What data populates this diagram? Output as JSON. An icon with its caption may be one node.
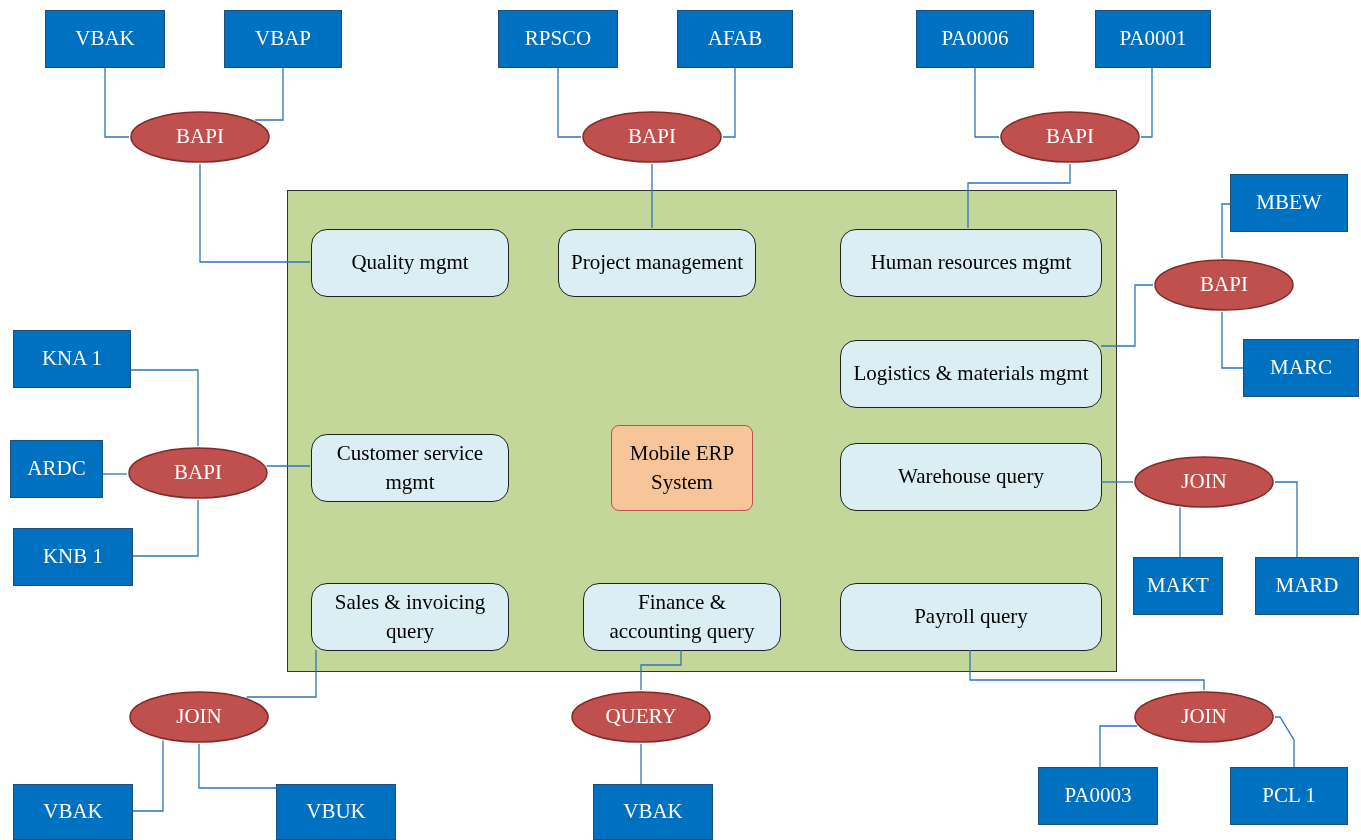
{
  "diagram": {
    "nodes": [
      {
        "text": [],
        "shape": "box"
      },
      {
        "text": [
          "Quality mgmt"
        ],
        "in": 0
      },
      {
        "text": [
          "Project management"
        ],
        "in": 0
      },
      {
        "text": [
          "Human resources mgmt"
        ],
        "in": 0
      },
      {
        "text": [
          "Logistics & materials mgmt"
        ],
        "in": 0
      },
      {
        "text": [
          "Customer service mgmt"
        ],
        "in": 0
      },
      {
        "text": [
          "Mobile ERP System"
        ],
        "in": 0
      },
      {
        "text": [
          "Warehouse query"
        ],
        "in": 0
      },
      {
        "text": [
          "Sales & invoicing query"
        ],
        "in": 0
      },
      {
        "text": [
          "Finance & accounting query"
        ],
        "in": 0
      },
      {
        "text": [
          "Payroll query"
        ],
        "in": 0
      },
      {
        "text": [
          "VBAK"
        ]
      },
      {
        "text": [
          "VBAP"
        ]
      },
      {
        "text": [
          "BAPI"
        ]
      },
      {
        "text": [
          "RPSCO"
        ]
      },
      {
        "text": [
          "AFAB"
        ]
      },
      {
        "text": [
          "BAPI"
        ]
      },
      {
        "text": [
          "PA0006"
        ]
      },
      {
        "text": [
          "PA0001"
        ]
      },
      {
        "text": [
          "BAPI"
        ]
      },
      {
        "text": [
          "MBEW"
        ]
      },
      {
        "text": [
          "BAPI"
        ]
      },
      {
        "text": [
          "MARC"
        ]
      },
      {
        "text": [
          "KNA 1"
        ]
      },
      {
        "text": [
          "ARDC"
        ]
      },
      {
        "text": [
          "BAPI"
        ]
      },
      {
        "text": [
          "KNB 1"
        ]
      },
      {
        "text": [
          "JOIN"
        ]
      },
      {
        "text": [
          "MAKT"
        ]
      },
      {
        "text": [
          "MARD"
        ]
      },
      {
        "text": [
          "JOIN"
        ]
      },
      {
        "text": [
          "VBAK"
        ]
      },
      {
        "text": [
          "VBUK"
        ]
      },
      {
        "text": [
          "QUERY"
        ]
      },
      {
        "text": [
          "VBAK"
        ]
      },
      {
        "text": [
          "JOIN"
        ]
      },
      {
        "text": [
          "PA0003"
        ]
      },
      {
        "text": [
          "PCL 1"
        ]
      }
    ],
    "edges": [
      {
        "from": 11,
        "to": 13,
        "arrow": "none"
      },
      {
        "from": 12,
        "to": 13,
        "arrow": "none"
      },
      {
        "from": 13,
        "to": 1,
        "arrow": "none"
      },
      {
        "from": 14,
        "to": 16,
        "arrow": "none"
      },
      {
        "from": 15,
        "to": 16,
        "arrow": "none"
      },
      {
        "from": 16,
        "to": 2,
        "arrow": "none"
      },
      {
        "from": 17,
        "to": 19,
        "arrow": "none"
      },
      {
        "from": 18,
        "to": 19,
        "arrow": "none"
      },
      {
        "from": 19,
        "to": 3,
        "arrow": "none"
      },
      {
        "from": 20,
        "to": 21,
        "arrow": "none"
      },
      {
        "from": 21,
        "to": 22,
        "arrow": "none"
      },
      {
        "from": 21,
        "to": 4,
        "arrow": "none"
      },
      {
        "from": 23,
        "to": 25,
        "arrow": "none"
      },
      {
        "from": 24,
        "to": 25,
        "arrow": "none"
      },
      {
        "from": 25,
        "to": 26,
        "arrow": "none"
      },
      {
        "from": 25,
        "to": 5,
        "arrow": "none"
      },
      {
        "from": 27,
        "to": 7,
        "arrow": "none"
      },
      {
        "from": 27,
        "to": 28,
        "arrow": "none"
      },
      {
        "from": 27,
        "to": 29,
        "arrow": "none"
      },
      {
        "from": 30,
        "to": 8,
        "arrow": "none"
      },
      {
        "from": 30,
        "to": 31,
        "arrow": "none"
      },
      {
        "from": 30,
        "to": 32,
        "arrow": "none"
      },
      {
        "from": 9,
        "to": 33,
        "arrow": "none"
      },
      {
        "from": 33,
        "to": 34,
        "arrow": "none"
      },
      {
        "from": 10,
        "to": 35,
        "arrow": "none"
      },
      {
        "from": 35,
        "to": 37,
        "arrow": "none"
      },
      {
        "from": 35,
        "to": 36,
        "arrow": "none"
      }
    ]
  }
}
